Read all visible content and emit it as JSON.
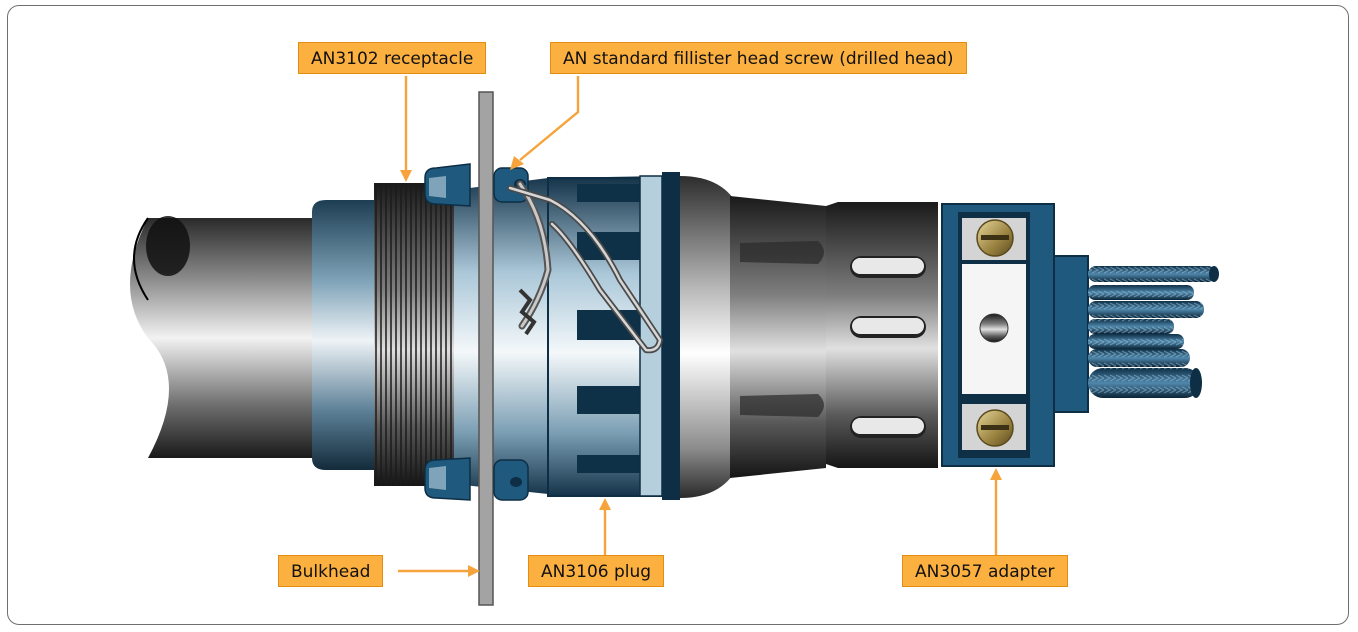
{
  "labels": {
    "receptacle": "AN3102 receptacle",
    "screw": "AN standard fillister head screw (drilled head)",
    "bulkhead": "Bulkhead",
    "plug": "AN3106 plug",
    "adapter": "AN3057 adapter"
  },
  "colors": {
    "callout_fill": "#fbb040",
    "leader_line": "#f5a33a",
    "blue_dark": "#0d2e44",
    "blue_mid": "#1f5a7e"
  }
}
